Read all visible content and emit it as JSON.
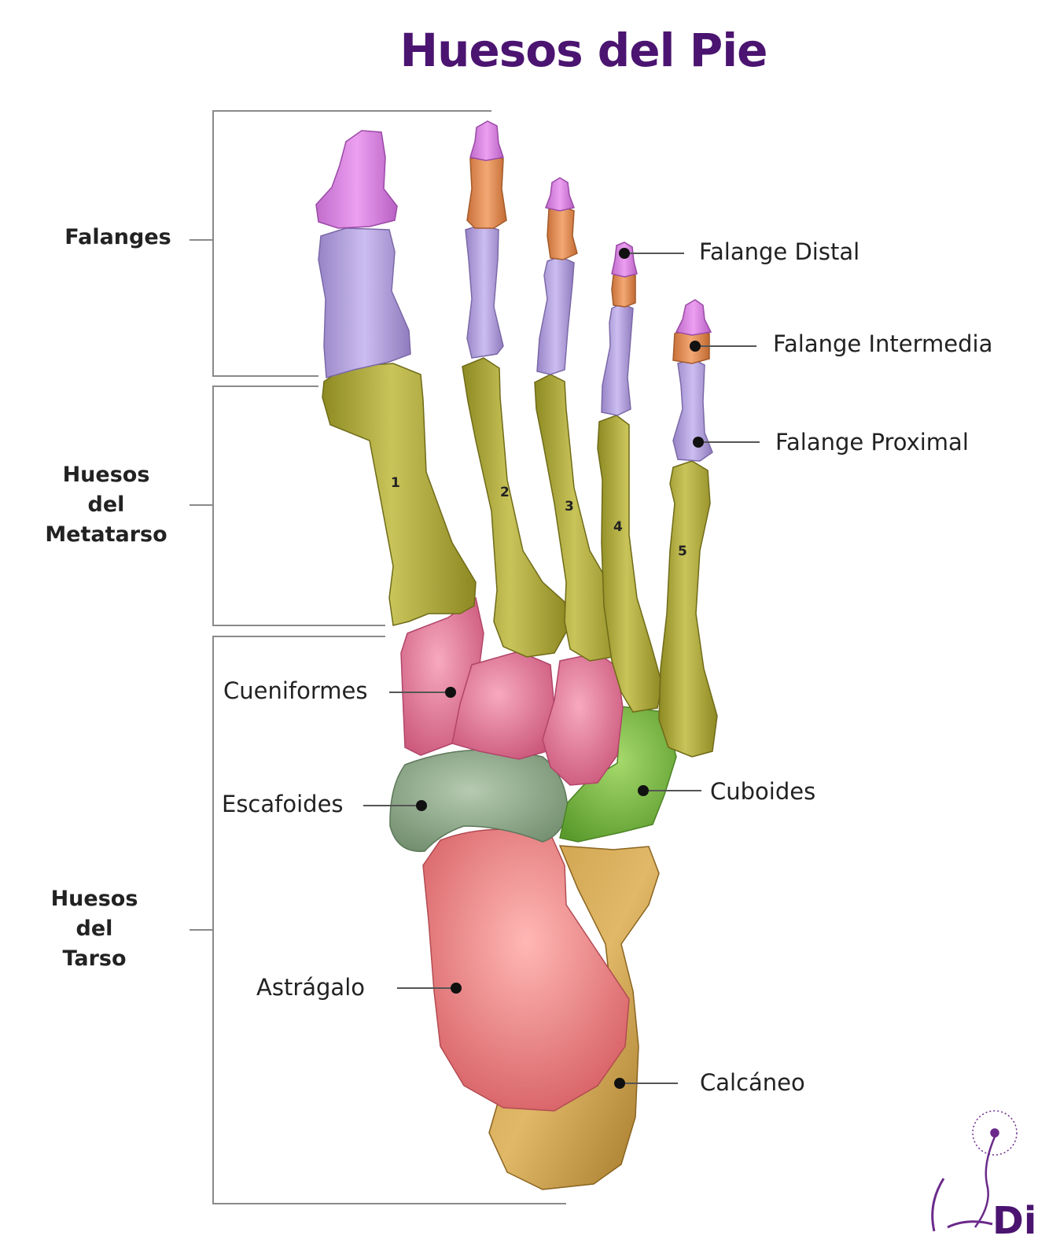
{
  "title": "Huesos del Pie",
  "groups": {
    "falanges": "Falanges",
    "metatarso": [
      "Huesos",
      "del",
      "Metatarso"
    ],
    "tarso": [
      "Huesos",
      "del",
      "Tarso"
    ]
  },
  "labels": {
    "falange_distal": "Falange Distal",
    "falange_intermedia": "Falange Intermedia",
    "falange_proximal": "Falange Proximal",
    "cueniformes": "Cueniformes",
    "escafoides": "Escafoides",
    "cuboides": "Cuboides",
    "astragalo": "Astrágalo",
    "calcaneo": "Calcáneo"
  },
  "metatarsal_numbers": [
    "1",
    "2",
    "3",
    "4",
    "5"
  ],
  "logo_text": "Di",
  "colors": {
    "title": "#4b1470",
    "distal": "#d98be0",
    "intermedia": "#e8965a",
    "proximal": "#b9a6dd",
    "metatarso": "#b3ad3a",
    "cueniformes": "#e47b9c",
    "escafoides": "#8fa88a",
    "cuboides": "#7dba45",
    "astragalo": "#e7787a",
    "calcaneo": "#c49a3e"
  }
}
